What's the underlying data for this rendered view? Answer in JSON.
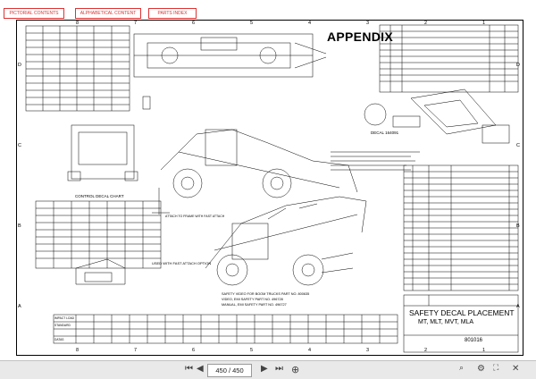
{
  "nav": {
    "pictorial": "PICTORIAL CONTENTS",
    "alphabetical": "ALPHABETICAL CONTENT",
    "parts_index": "PARTS INDEX"
  },
  "drawing": {
    "heading": "APPENDIX",
    "grid_top": [
      "8",
      "7",
      "6",
      "5",
      "4",
      "3",
      "2",
      "1"
    ],
    "grid_bottom": [
      "8",
      "7",
      "6",
      "5",
      "4",
      "3",
      "2",
      "1"
    ],
    "grid_left": [
      "D",
      "C",
      "B",
      "A"
    ],
    "grid_right": [
      "D",
      "C",
      "B",
      "A"
    ],
    "decal_ref": "DECAL 164091",
    "chart_title": "CONTROL DECAL CHART",
    "fast_attach_1": "ATTACH TO FRAME WITH FAST ATTACH",
    "fast_attach_2": "USED WITH FAST ATTACH OPTION",
    "video_note_1": "SAFETY VIDEO FOR BOOM TRUCKS PART NO. 800635",
    "video_note_2": "VIDEO, EMI SAFETY PART NO. 496728",
    "video_note_3": "MANUAL, EMI SAFETY PART NO. 496727",
    "title_main": "SAFETY DECAL PLACEMENT",
    "title_sub": "MT, MLT, MVT, MLA",
    "drawing_number": "801016",
    "impact_label": "IMPACT LOAD",
    "standard_label": "STANDARD",
    "datas_label": "DATAS"
  },
  "toolbar": {
    "page_display": "450 / 450"
  }
}
